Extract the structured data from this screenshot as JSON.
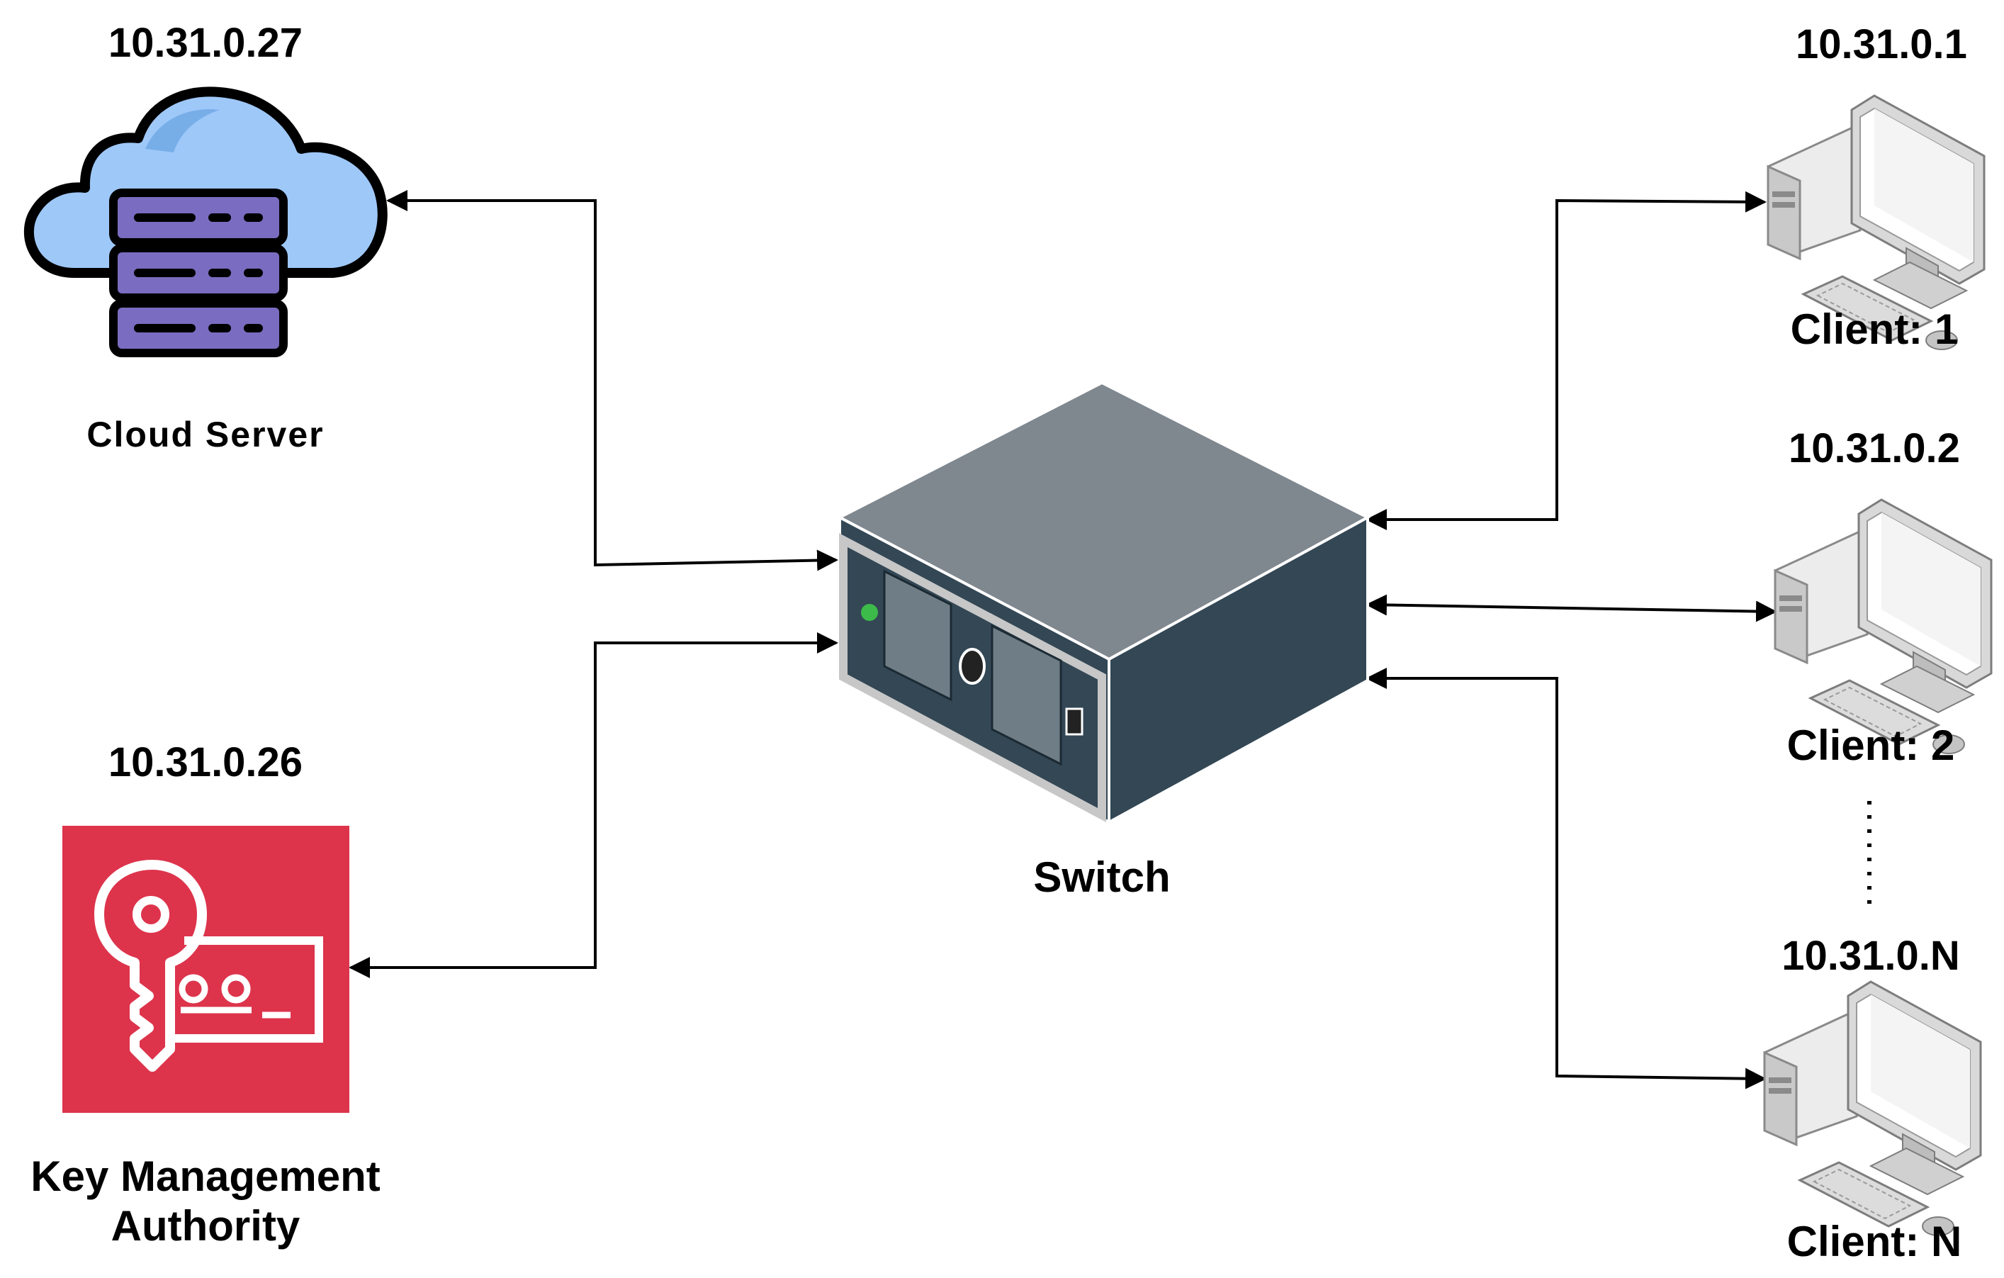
{
  "nodes": {
    "cloud_server": {
      "ip": "10.31.0.27",
      "label": "Cloud Server"
    },
    "kma": {
      "ip": "10.31.0.26",
      "label_line1": "Key Management",
      "label_line2": "Authority"
    },
    "switch": {
      "label": "Switch"
    },
    "client_1": {
      "ip": "10.31.0.1",
      "label": "Client: 1"
    },
    "client_2": {
      "ip": "10.31.0.2",
      "label": "Client: 2"
    },
    "client_n": {
      "ip": "10.31.0.N",
      "label": "Client: N"
    }
  },
  "ellipsis": "......",
  "colors": {
    "cloud_fill": "#9ec8f8",
    "cloud_outline": "#000000",
    "server_fill": "#7a6cc0",
    "kma_fill": "#dd344c",
    "switch_top": "#7f878f",
    "switch_front": "#334755",
    "switch_side": "#334755",
    "switch_led": "#3dbb4a",
    "computer_gray": "#d4d4d4"
  },
  "icons": {
    "cloud_server": "cloud-server-icon",
    "kma": "key-card-icon",
    "switch": "network-switch-icon",
    "client": "desktop-computer-icon"
  }
}
